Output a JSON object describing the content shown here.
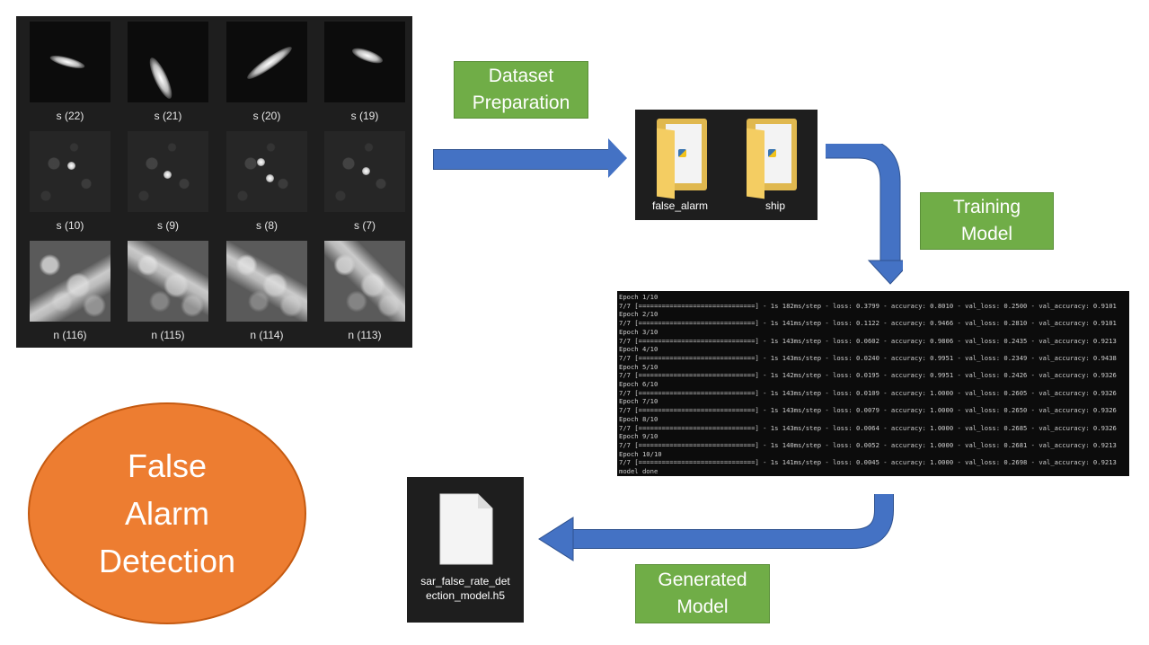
{
  "thumbnails": {
    "labels": [
      "s (22)",
      "s (21)",
      "s (20)",
      "s (19)",
      "s (10)",
      "s (9)",
      "s (8)",
      "s (7)",
      "n (116)",
      "n (115)",
      "n (114)",
      "n (113)"
    ]
  },
  "steps": {
    "dataset_preparation": "Dataset\nPreparation",
    "training_model": "Training\nModel",
    "generated_model": "Generated\nModel"
  },
  "folders": {
    "false_alarm": "false_alarm",
    "ship": "ship"
  },
  "console": {
    "lines": [
      "Epoch 1/10",
      "7/7 [==============================] - 1s 182ms/step - loss: 0.3799 - accuracy: 0.8010 - val_loss: 0.2500 - val_accuracy: 0.9101",
      "Epoch 2/10",
      "7/7 [==============================] - 1s 141ms/step - loss: 0.1122 - accuracy: 0.9466 - val_loss: 0.2810 - val_accuracy: 0.9101",
      "Epoch 3/10",
      "7/7 [==============================] - 1s 143ms/step - loss: 0.0602 - accuracy: 0.9806 - val_loss: 0.2435 - val_accuracy: 0.9213",
      "Epoch 4/10",
      "7/7 [==============================] - 1s 143ms/step - loss: 0.0240 - accuracy: 0.9951 - val_loss: 0.2349 - val_accuracy: 0.9438",
      "Epoch 5/10",
      "7/7 [==============================] - 1s 142ms/step - loss: 0.0195 - accuracy: 0.9951 - val_loss: 0.2426 - val_accuracy: 0.9326",
      "Epoch 6/10",
      "7/7 [==============================] - 1s 143ms/step - loss: 0.0109 - accuracy: 1.0000 - val_loss: 0.2605 - val_accuracy: 0.9326",
      "Epoch 7/10",
      "7/7 [==============================] - 1s 143ms/step - loss: 0.0079 - accuracy: 1.0000 - val_loss: 0.2650 - val_accuracy: 0.9326",
      "Epoch 8/10",
      "7/7 [==============================] - 1s 143ms/step - loss: 0.0064 - accuracy: 1.0000 - val_loss: 0.2685 - val_accuracy: 0.9326",
      "Epoch 9/10",
      "7/7 [==============================] - 1s 140ms/step - loss: 0.0052 - accuracy: 1.0000 - val_loss: 0.2681 - val_accuracy: 0.9213",
      "Epoch 10/10",
      "7/7 [==============================] - 1s 141ms/step - loss: 0.0045 - accuracy: 1.0000 - val_loss: 0.2698 - val_accuracy: 0.9213",
      "model done"
    ]
  },
  "model_file": {
    "name": "sar_false_rate_det\nection_model.h5",
    "icon": "document-icon"
  },
  "title": "False\nAlarm\nDetection",
  "colors": {
    "arrow": "#4472c4",
    "step_box": "#70ad47",
    "title_ellipse": "#ed7d31",
    "panel": "#1e1e1e"
  }
}
